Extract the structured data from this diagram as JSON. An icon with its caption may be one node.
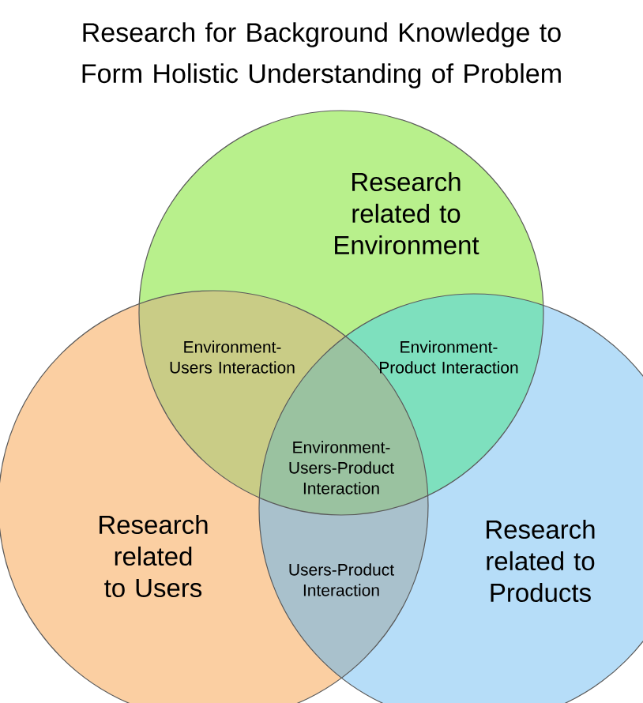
{
  "diagram": {
    "title": "Research for Background Knowledge to Form Holistic Understanding of Problem",
    "nodes": [
      {
        "text": [
          "Research related to Environment"
        ]
      },
      {
        "text": [
          "Research related to Users"
        ]
      },
      {
        "text": [
          "Research related to Products"
        ]
      }
    ],
    "labels": [
      "Environment-Users Interaction",
      "Environment-Product Interaction",
      "Environment-Users-Product Interaction",
      "Users-Product Interaction"
    ]
  }
}
